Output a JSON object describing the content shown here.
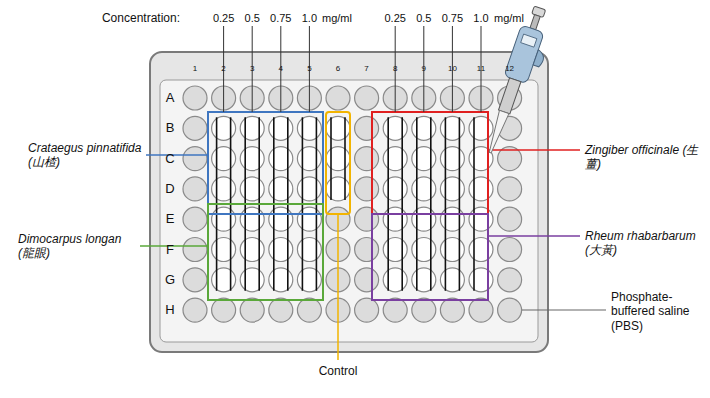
{
  "diagram": {
    "labels": [
      "Concentration:",
      "0.25",
      "0.5",
      "0.75",
      "1.0",
      "mg/ml",
      "0.25",
      "0.5",
      "0.75",
      "1.0",
      "mg/ml",
      "1",
      "2",
      "3",
      "4",
      "5",
      "6",
      "7",
      "8",
      "9",
      "10",
      "11",
      "12",
      "A",
      "B",
      "C",
      "D",
      "E",
      "F",
      "G",
      "H",
      "Crataegus pinnatifida (山楂)",
      "Dimocarpus longan (龍眼)",
      "Zingiber officinale (生薑)",
      "Rheum rhabarbarum (大黃)",
      "Phosphate-buffered saline (PBS)",
      "Control"
    ]
  }
}
